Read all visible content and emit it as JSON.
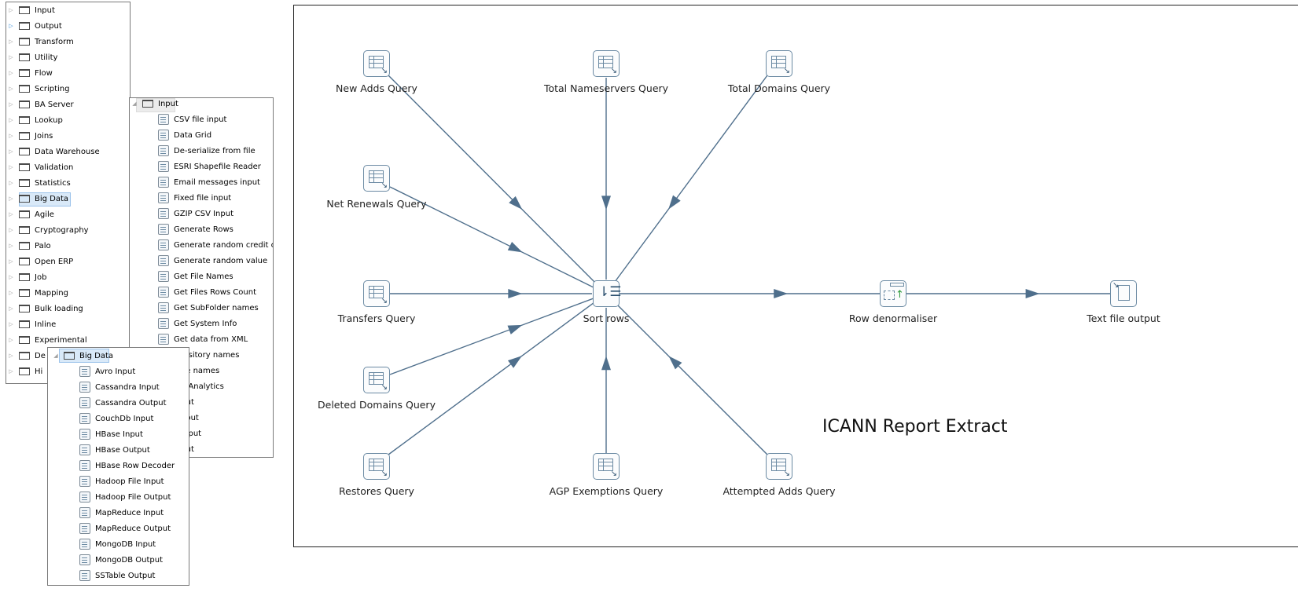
{
  "categories_panel": {
    "items": [
      {
        "label": "Input"
      },
      {
        "label": "Output"
      },
      {
        "label": "Transform"
      },
      {
        "label": "Utility"
      },
      {
        "label": "Flow"
      },
      {
        "label": "Scripting"
      },
      {
        "label": "BA Server"
      },
      {
        "label": "Lookup"
      },
      {
        "label": "Joins"
      },
      {
        "label": "Data Warehouse"
      },
      {
        "label": "Validation"
      },
      {
        "label": "Statistics"
      },
      {
        "label": "Big Data"
      },
      {
        "label": "Agile"
      },
      {
        "label": "Cryptography"
      },
      {
        "label": "Palo"
      },
      {
        "label": "Open ERP"
      },
      {
        "label": "Job"
      },
      {
        "label": "Mapping"
      },
      {
        "label": "Bulk loading"
      },
      {
        "label": "Inline"
      },
      {
        "label": "Experimental"
      },
      {
        "label": "De"
      },
      {
        "label": "Hi"
      }
    ],
    "selected": "Big Data"
  },
  "input_panel": {
    "header": "Input",
    "items": [
      {
        "label": "CSV file input"
      },
      {
        "label": "Data Grid"
      },
      {
        "label": "De-serialize from file"
      },
      {
        "label": "ESRI Shapefile Reader"
      },
      {
        "label": "Email messages input"
      },
      {
        "label": "Fixed file input"
      },
      {
        "label": "GZIP CSV Input"
      },
      {
        "label": "Generate Rows"
      },
      {
        "label": "Generate random credit card n"
      },
      {
        "label": "Generate random value"
      },
      {
        "label": "Get File Names"
      },
      {
        "label": "Get Files Rows Count"
      },
      {
        "label": "Get SubFolder names"
      },
      {
        "label": "Get System Info"
      },
      {
        "label": "Get data from XML"
      },
      {
        "label": "epository names"
      },
      {
        "label": "able names"
      },
      {
        "label": "gle Analytics"
      },
      {
        "label": "Input"
      },
      {
        "label": "l Input"
      },
      {
        "label": "P Input"
      },
      {
        "label": "Input"
      }
    ]
  },
  "bigdata_panel": {
    "header": "Big Data",
    "items": [
      {
        "label": "Avro Input"
      },
      {
        "label": "Cassandra Input"
      },
      {
        "label": "Cassandra Output"
      },
      {
        "label": "CouchDb Input"
      },
      {
        "label": "HBase Input"
      },
      {
        "label": "HBase Output"
      },
      {
        "label": "HBase Row Decoder"
      },
      {
        "label": "Hadoop File Input"
      },
      {
        "label": "Hadoop File Output"
      },
      {
        "label": "MapReduce Input"
      },
      {
        "label": "MapReduce Output"
      },
      {
        "label": "MongoDB Input"
      },
      {
        "label": "MongoDB Output"
      },
      {
        "label": "SSTable Output"
      }
    ]
  },
  "canvas": {
    "caption": "ICANN Report Extract",
    "nodes": {
      "new_adds": "New Adds Query",
      "total_ns": "Total Nameservers Query",
      "total_domains": "Total Domains Query",
      "net_renewals": "Net Renewals Query",
      "transfers": "Transfers Query",
      "deleted": "Deleted Domains Query",
      "restores": "Restores Query",
      "agp": "AGP Exemptions Query",
      "attempted": "Attempted Adds Query",
      "sort": "Sort rows",
      "denorm": "Row denormaliser",
      "textout": "Text file output"
    },
    "hop_color": "#4f6f8c"
  }
}
